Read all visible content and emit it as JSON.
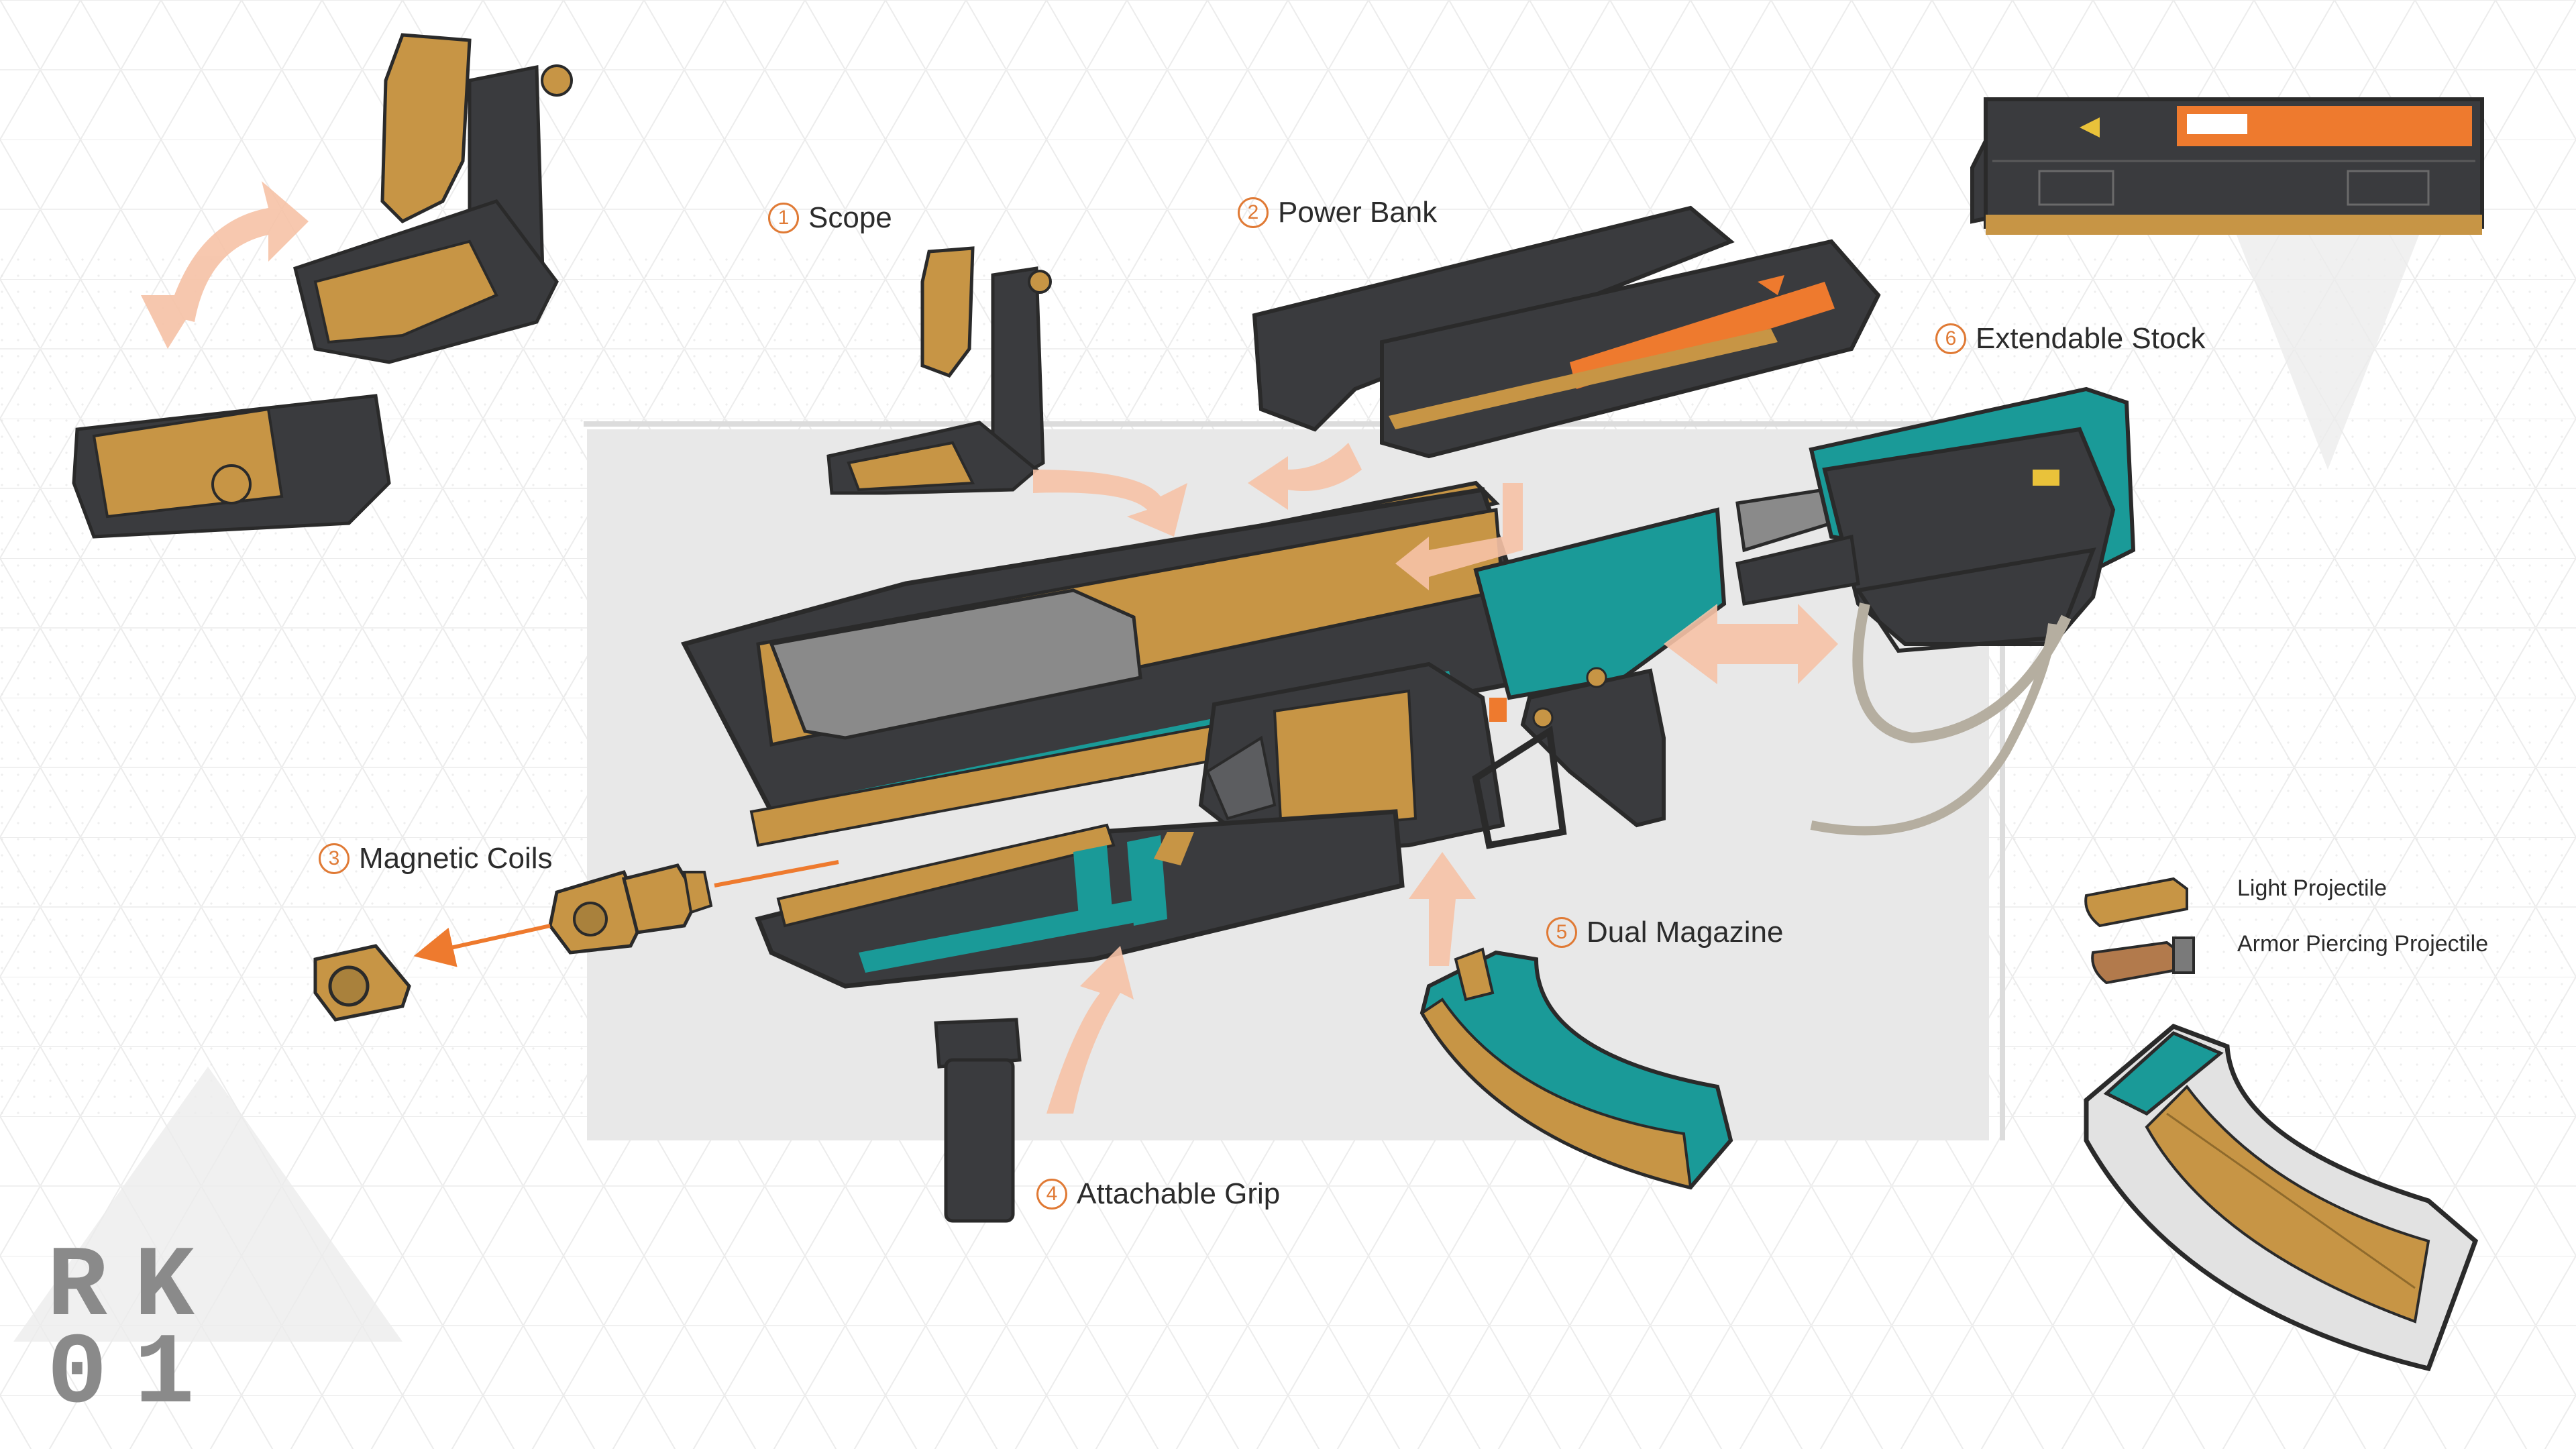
{
  "callouts": {
    "scope": {
      "num": "1",
      "label": "Scope"
    },
    "power_bank": {
      "num": "2",
      "label": "Power Bank"
    },
    "magnetic_coils": {
      "num": "3",
      "label": "Magnetic Coils"
    },
    "attachable_grip": {
      "num": "4",
      "label": "Attachable Grip"
    },
    "dual_magazine": {
      "num": "5",
      "label": "Dual Magazine"
    },
    "extendable_stock": {
      "num": "6",
      "label": "Extendable Stock"
    }
  },
  "ammo": {
    "light": "Light Projectile",
    "armor_piercing": "Armor Piercing Projectile"
  },
  "code": {
    "line1": "RK",
    "line2": "01"
  },
  "colors": {
    "gold": "#c79545",
    "teal": "#1a9a98",
    "dark": "#3a3b3e",
    "orange": "#ee7a2e",
    "arrow": "#f6c2a6"
  }
}
